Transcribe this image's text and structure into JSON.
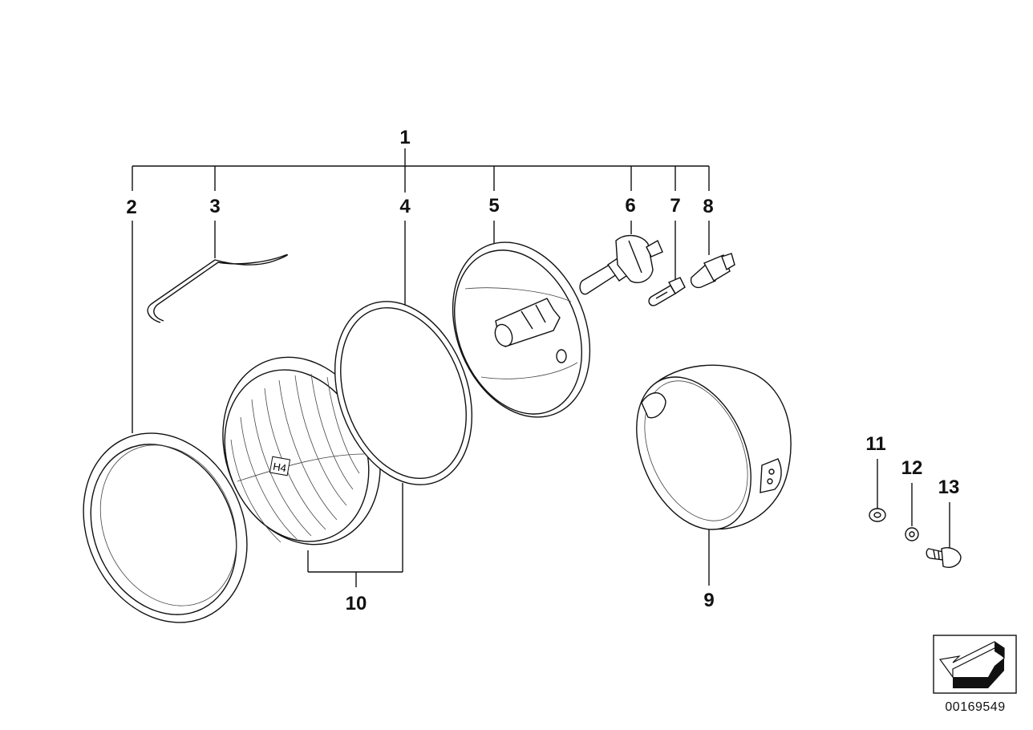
{
  "labels": {
    "l1": "1",
    "l2": "2",
    "l3": "3",
    "l4": "4",
    "l5": "5",
    "l6": "6",
    "l7": "7",
    "l8": "8",
    "l9": "9",
    "l10": "10",
    "l11": "11",
    "l12": "12",
    "l13": "13"
  },
  "lens_marking": "H4",
  "doc_id": "00169549"
}
